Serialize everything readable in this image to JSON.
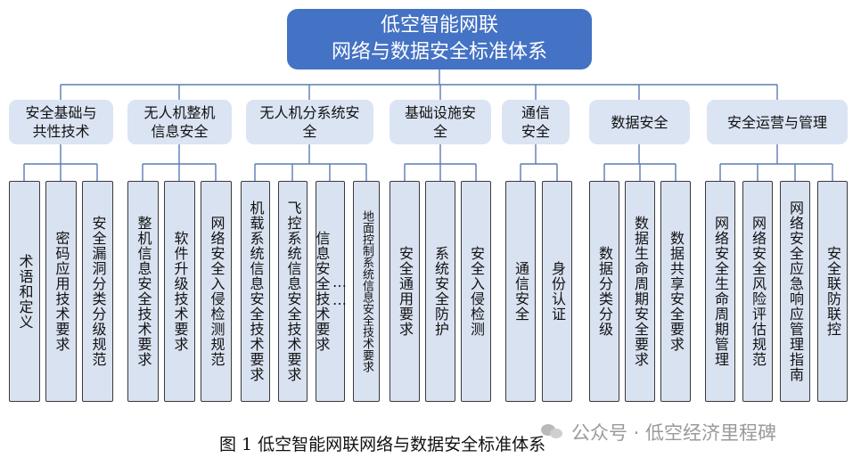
{
  "root": {
    "line1": "低空智能网联",
    "line2": "网络与数据安全标准体系"
  },
  "categories": [
    {
      "label": "安全基础与\n共性技术",
      "leaves": [
        "术语和定义",
        "密码应用技术要求",
        "安全漏洞分类分级规范"
      ]
    },
    {
      "label": "无人机整机\n信息安全",
      "leaves": [
        "整机信息安全技术要求",
        "软件升级技术要求",
        "网络安全入侵检测规范"
      ]
    },
    {
      "label": "无人机分系统安\n全",
      "leaves": [
        "机载系统信息安全技术要求",
        "飞控系统信息安全技术要求",
        "……\n信息安全技术要求",
        "地面控制系统信息安全技术要求"
      ]
    },
    {
      "label": "基础设施安\n全",
      "leaves": [
        "安全通用要求",
        "系统安全防护",
        "安全入侵检测"
      ]
    },
    {
      "label": "通信\n安全",
      "leaves": [
        "通信安全",
        "身份认证"
      ]
    },
    {
      "label": "数据安全",
      "leaves": [
        "数据分类分级",
        "数据生命周期安全要求",
        "数据共享安全要求"
      ]
    },
    {
      "label": "安全运营与管理",
      "leaves": [
        "网络安全生命周期管理",
        "网络安全风险评估规范",
        "网络安全应急响应管理指南",
        "安全联防联控"
      ]
    }
  ],
  "caption": "图 1  低空智能网联网络与数据安全标准体系",
  "watermark": {
    "text": "公众号 · 低空经济里程碑",
    "icon": "wechat-icon"
  },
  "colors": {
    "root_fill": "#4472c4",
    "box_fill": "#dbe4f3",
    "line": "#5b7bb5"
  }
}
